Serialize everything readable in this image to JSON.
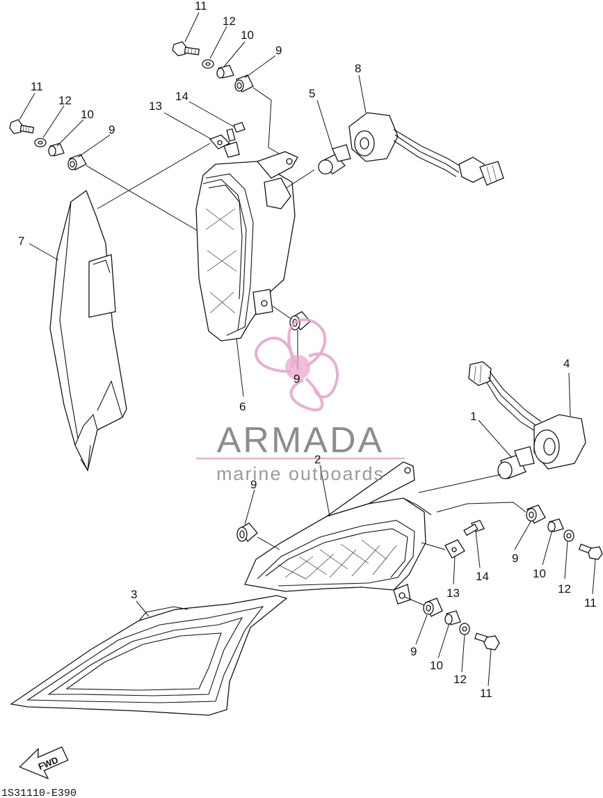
{
  "diagram": {
    "part_code": "1S31110-E390",
    "fwd_label": "FWD",
    "callouts": {
      "c11a": "11",
      "c12a": "12",
      "c10a": "10",
      "c9a": "9",
      "c8": "8",
      "c5": "5",
      "c11b": "11",
      "c12b": "12",
      "c10b": "10",
      "c9b": "9",
      "c13a": "13",
      "c14a": "14",
      "c7": "7",
      "c6": "6",
      "c9c": "9",
      "c4": "4",
      "c1": "1",
      "c2": "2",
      "c9d": "9",
      "c3": "3",
      "c9e": "9",
      "c10c": "10",
      "c12c": "12",
      "c11c": "11",
      "c14b": "14",
      "c13b": "13",
      "c9f": "9",
      "c10d": "10",
      "c12d": "12",
      "c11d": "11"
    }
  },
  "watermark": {
    "brand": "ARMADA",
    "tagline": "marine outboards",
    "accent_color": "#e8a0c8",
    "text_color": "#7a7a7a"
  }
}
